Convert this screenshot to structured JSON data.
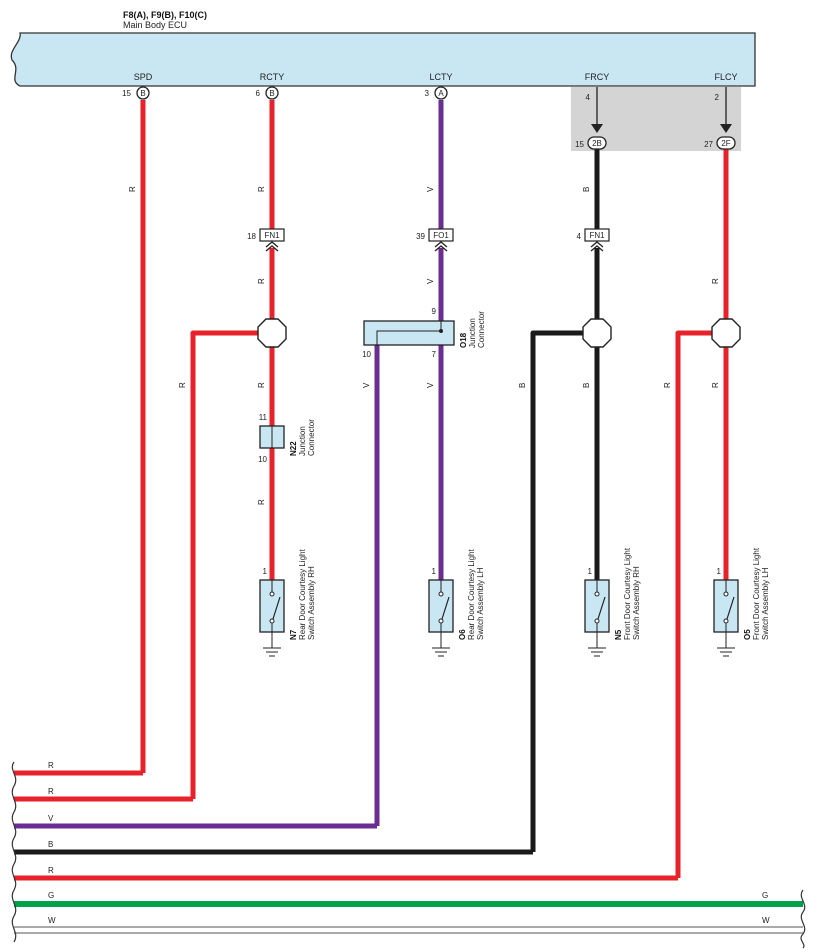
{
  "ecu": {
    "connectors": "F8(A), F9(B), F10(C)",
    "name": "Main Body ECU",
    "terminals": [
      {
        "name": "SPD",
        "pin": "15",
        "conn": "B"
      },
      {
        "name": "RCTY",
        "pin": "6",
        "conn": "B"
      },
      {
        "name": "LCTY",
        "pin": "3",
        "conn": "A"
      },
      {
        "name": "FRCY",
        "pin": "4",
        "conn": ""
      },
      {
        "name": "FLCY",
        "pin": "2",
        "conn": ""
      }
    ]
  },
  "junction_block": [
    {
      "pin": "15",
      "conn": "2B"
    },
    {
      "pin": "27",
      "conn": "2F"
    }
  ],
  "inline_connectors": [
    {
      "pin": "18",
      "name": "FN1"
    },
    {
      "pin": "39",
      "name": "FO1"
    },
    {
      "pin": "4",
      "name": "FN1"
    }
  ],
  "junction_connectors": {
    "o18": {
      "code": "O18",
      "line1": "Junction",
      "line2": "Connector",
      "pin_top": "9",
      "pin_left": "10",
      "pin_bottom": "7"
    },
    "n22": {
      "code": "N22",
      "line1": "Junction",
      "line2": "Connector",
      "pin_top": "11",
      "pin_bottom": "10"
    }
  },
  "switches": [
    {
      "code": "N7",
      "line1": "Rear Door Courtesy Light",
      "line2": "Switch Assembly RH",
      "pin": "1"
    },
    {
      "code": "O6",
      "line1": "Rear Door Courtesy Light",
      "line2": "Switch Assembly LH",
      "pin": "1"
    },
    {
      "code": "N5",
      "line1": "Front Door Courtesy Light",
      "line2": "Switch Assembly RH",
      "pin": "1"
    },
    {
      "code": "O5",
      "line1": "Front Door Courtesy Light",
      "line2": "Switch Assembly LH",
      "pin": "1"
    }
  ],
  "wire_labels": {
    "spd": "R",
    "rcty_upper": "R",
    "rcty_mid": "R",
    "rcty_lower": "R",
    "rcty_bottom": "R",
    "rcty_branch": "R",
    "lcty_upper": "V",
    "lcty_mid": "V",
    "lcty_lower": "V",
    "lcty_branch": "V",
    "frcy_upper": "B",
    "frcy_lower": "B",
    "frcy_branch": "B",
    "flcy_upper": "R",
    "flcy_lower": "R",
    "flcy_branch": "R"
  },
  "bus": [
    {
      "label": "R",
      "color": "#e8222a"
    },
    {
      "label": "R",
      "color": "#e8222a"
    },
    {
      "label": "V",
      "color": "#6a2d91"
    },
    {
      "label": "B",
      "color": "#1a1a1a"
    },
    {
      "label": "R",
      "color": "#e8222a"
    },
    {
      "label": "G",
      "color": "#00a14b",
      "right_label": "G"
    },
    {
      "label": "W",
      "color": "#ffffff",
      "right_label": "W"
    }
  ],
  "colors": {
    "red": "#e8222a",
    "violet": "#6a2d91",
    "black": "#1a1a1a",
    "green": "#00a14b",
    "ecu_fill": "#c9e6f3",
    "connector_fill": "#c9e6f3",
    "junction_block_fill": "#d4d4d4"
  }
}
